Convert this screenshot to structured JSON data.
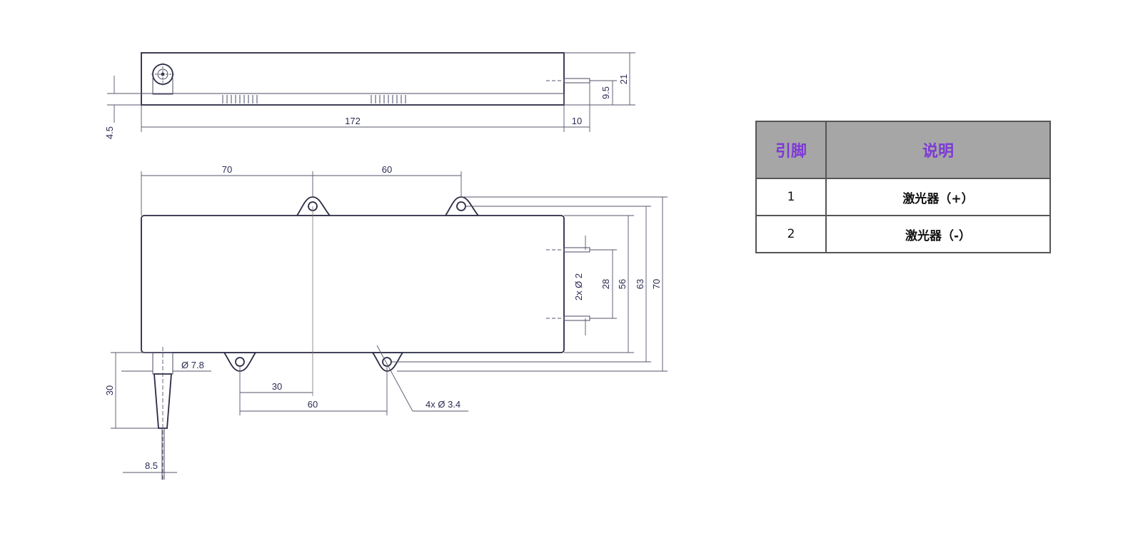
{
  "drawing": {
    "top_view": {
      "width_label": "172",
      "pin_length_label": "10",
      "height_label": "21",
      "pin_height_label": "9.5",
      "base_label": "4.5"
    },
    "front_view": {
      "hole_spacing_1": "70",
      "hole_spacing_2": "60",
      "pins_label": "2x Ø 2",
      "pin_spacing_label": "28",
      "body_height_label": "56",
      "hole_height_label": "63",
      "total_height_label": "70",
      "fiber_diameter_label": "Ø 7.8",
      "fiber_length_label": "30",
      "bottom_hole_30": "30",
      "bottom_hole_60": "60",
      "holes_label": "4x Ø 3.4",
      "fiber_offset_label": "8.5"
    }
  },
  "pin_table": {
    "header_pin": "引脚",
    "header_desc": "说明",
    "rows": [
      {
        "pin": "1",
        "desc": "激光器（+）"
      },
      {
        "pin": "2",
        "desc": "激光器（-）"
      }
    ]
  }
}
